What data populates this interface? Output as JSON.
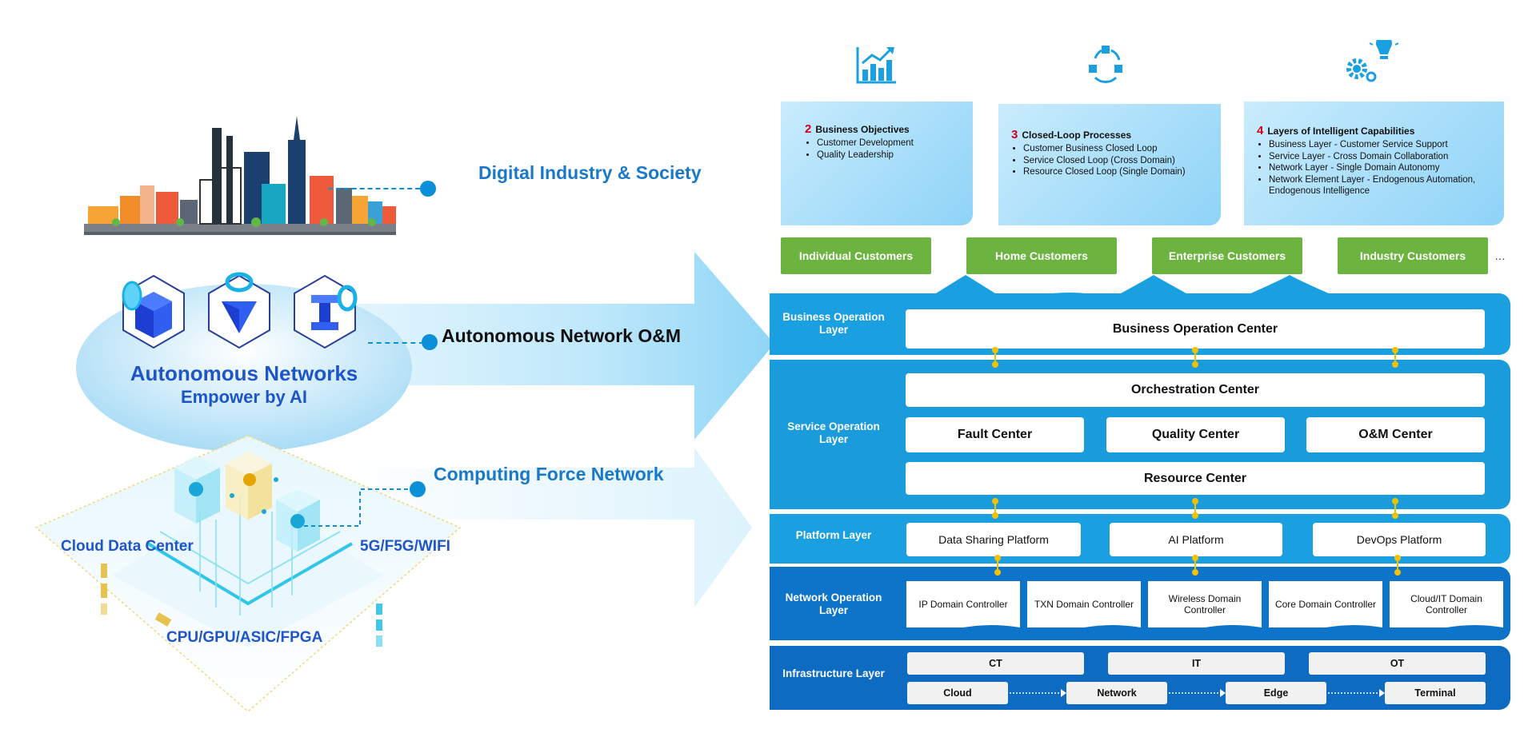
{
  "left": {
    "digital": "Digital Industry & Society",
    "autonomous_om": "Autonomous Network O&M",
    "an_title": "Autonomous Networks",
    "an_sub": "Empower by AI",
    "cfn": "Computing Force Network",
    "cloud_dc": "Cloud Data Center",
    "wireless": "5G/F5G/WIFI",
    "chips": "CPU/GPU/ASIC/FPGA"
  },
  "objectives": [
    {
      "num": "2",
      "title": "Business Objectives",
      "items": [
        "Customer Development",
        "Quality Leadership"
      ]
    },
    {
      "num": "3",
      "title": "Closed-Loop Processes",
      "items": [
        "Customer Business Closed Loop",
        "Service Closed Loop (Cross Domain)",
        "Resource Closed Loop (Single Domain)"
      ]
    },
    {
      "num": "4",
      "title": "Layers of Intelligent Capabilities",
      "items": [
        "Business Layer - Customer Service Support",
        "Service Layer - Cross Domain Collaboration",
        "Network Layer - Single Domain Autonomy",
        "Network Element Layer - Endogenous Automation, Endogenous Intelligence"
      ]
    }
  ],
  "customers": [
    "Individual Customers",
    "Home Customers",
    "Enterprise Customers",
    "Industry Customers"
  ],
  "customers_more": "…",
  "layers": {
    "business": {
      "label": "Business Operation Layer",
      "center": "Business Operation Center"
    },
    "service": {
      "label": "Service Operation Layer",
      "orchestration": "Orchestration Center",
      "fault": "Fault Center",
      "quality": "Quality Center",
      "om": "O&M Center",
      "resource": "Resource Center"
    },
    "platform": {
      "label": "Platform Layer",
      "items": [
        "Data Sharing Platform",
        "AI Platform",
        "DevOps Platform"
      ]
    },
    "network": {
      "label": "Network Operation Layer",
      "controllers": [
        "IP Domain Controller",
        "TXN Domain Controller",
        "Wireless Domain Controller",
        "Core Domain Controller",
        "Cloud/IT Domain Controller"
      ]
    },
    "infra": {
      "label": "Infrastructure Layer",
      "top": [
        "CT",
        "IT",
        "OT"
      ],
      "bottom": [
        "Cloud",
        "Network",
        "Edge",
        "Terminal"
      ]
    }
  },
  "colors": {
    "primary_blue": "#0b8fd6",
    "dark_blue": "#0a6fc2",
    "green": "#6cb43f",
    "connector": "#f2c100",
    "accent_red": "#d3001c"
  },
  "icons": [
    "bar-chart-icon",
    "cycle-icon",
    "gear-bulb-icon",
    "city-skyline-icon"
  ]
}
